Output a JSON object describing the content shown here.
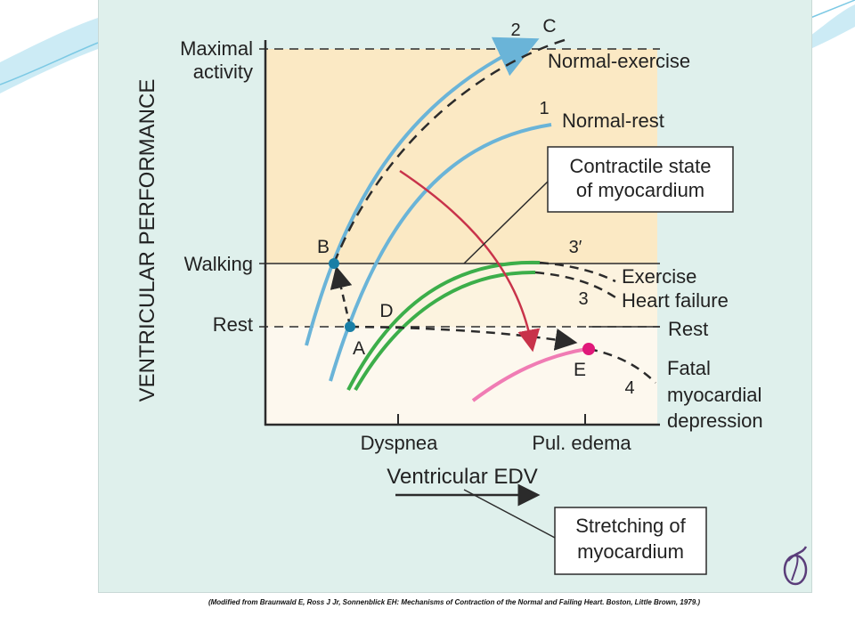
{
  "axes": {
    "y_title": "VENTRICULAR PERFORMANCE",
    "y_levels": [
      {
        "line1": "Maximal",
        "line2": "activity"
      },
      {
        "line1": "Walking"
      },
      {
        "line1": "Rest"
      }
    ],
    "x_ticks": [
      "Dyspnea",
      "Pul. edema"
    ],
    "x_title": "Ventricular EDV"
  },
  "curves": {
    "normal_exercise": {
      "number": "2",
      "point": "C",
      "label": "Normal-exercise",
      "color": "#6ab4d8"
    },
    "normal_rest": {
      "number": "1",
      "label": "Normal-rest",
      "color": "#6ab4d8"
    },
    "heart_failure": {
      "number_3prime": "3′",
      "number_3": "3",
      "label_line1": "Exercise",
      "label_line2": "Heart failure",
      "color": "#3cae4a"
    },
    "rest_line": {
      "label": "Rest"
    },
    "fatal": {
      "number": "4",
      "point": "E",
      "label_line1": "Fatal",
      "label_line2": "myocardial",
      "label_line3": "depression",
      "color": "#f07cb4"
    }
  },
  "points": {
    "A": "A",
    "B": "B",
    "D": "D"
  },
  "callouts": {
    "contractile_line1": "Contractile state",
    "contractile_line2": "of myocardium",
    "stretching_line1": "Stretching of",
    "stretching_line2": "myocardium"
  },
  "caption": "(Modified from Braunwald E, Ross J Jr, Sonnenblick EH: Mechanisms of Contraction of the Normal and Failing Heart. Boston, Little Brown, 1979.)",
  "colors": {
    "panel_bg": "#dff0ec",
    "zone_high": "#fbe9c4",
    "zone_mid": "#fcf3df",
    "zone_low": "#fdf8ee",
    "blue": "#6ab4d8",
    "green": "#3cae4a",
    "pink": "#f07cb4",
    "red_arrow": "#c8334a",
    "dot_blue": "#1a7fa6",
    "dot_pink": "#e0197a"
  }
}
